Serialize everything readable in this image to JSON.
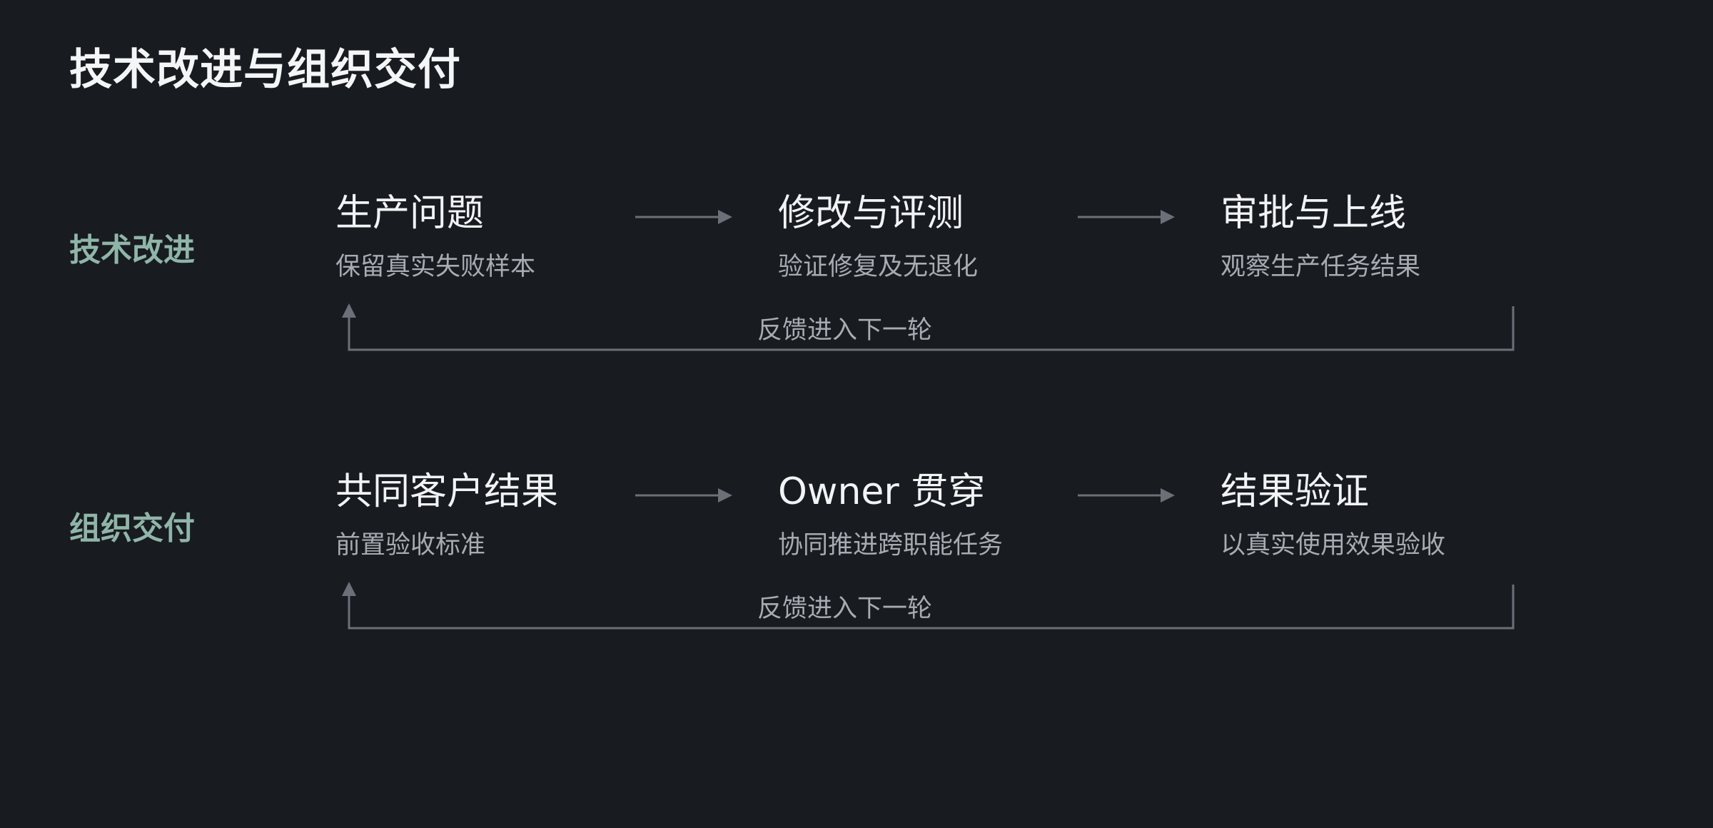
{
  "title": "技术改进与组织交付",
  "colors": {
    "background": "#181b20",
    "row_label": "#8fb5a8",
    "connector": "#6b7078"
  },
  "rows": [
    {
      "label": "技术改进",
      "steps": [
        {
          "title": "生产问题",
          "desc": "保留真实失败样本"
        },
        {
          "title": "修改与评测",
          "desc": "验证修复及无退化"
        },
        {
          "title": "审批与上线",
          "desc": "观察生产任务结果"
        }
      ],
      "feedback": "反馈进入下一轮"
    },
    {
      "label": "组织交付",
      "steps": [
        {
          "title": "共同客户结果",
          "desc": "前置验收标准"
        },
        {
          "title": "Owner 贯穿",
          "desc": "协同推进跨职能任务"
        },
        {
          "title": "结果验证",
          "desc": "以真实使用效果验收"
        }
      ],
      "feedback": "反馈进入下一轮"
    }
  ]
}
